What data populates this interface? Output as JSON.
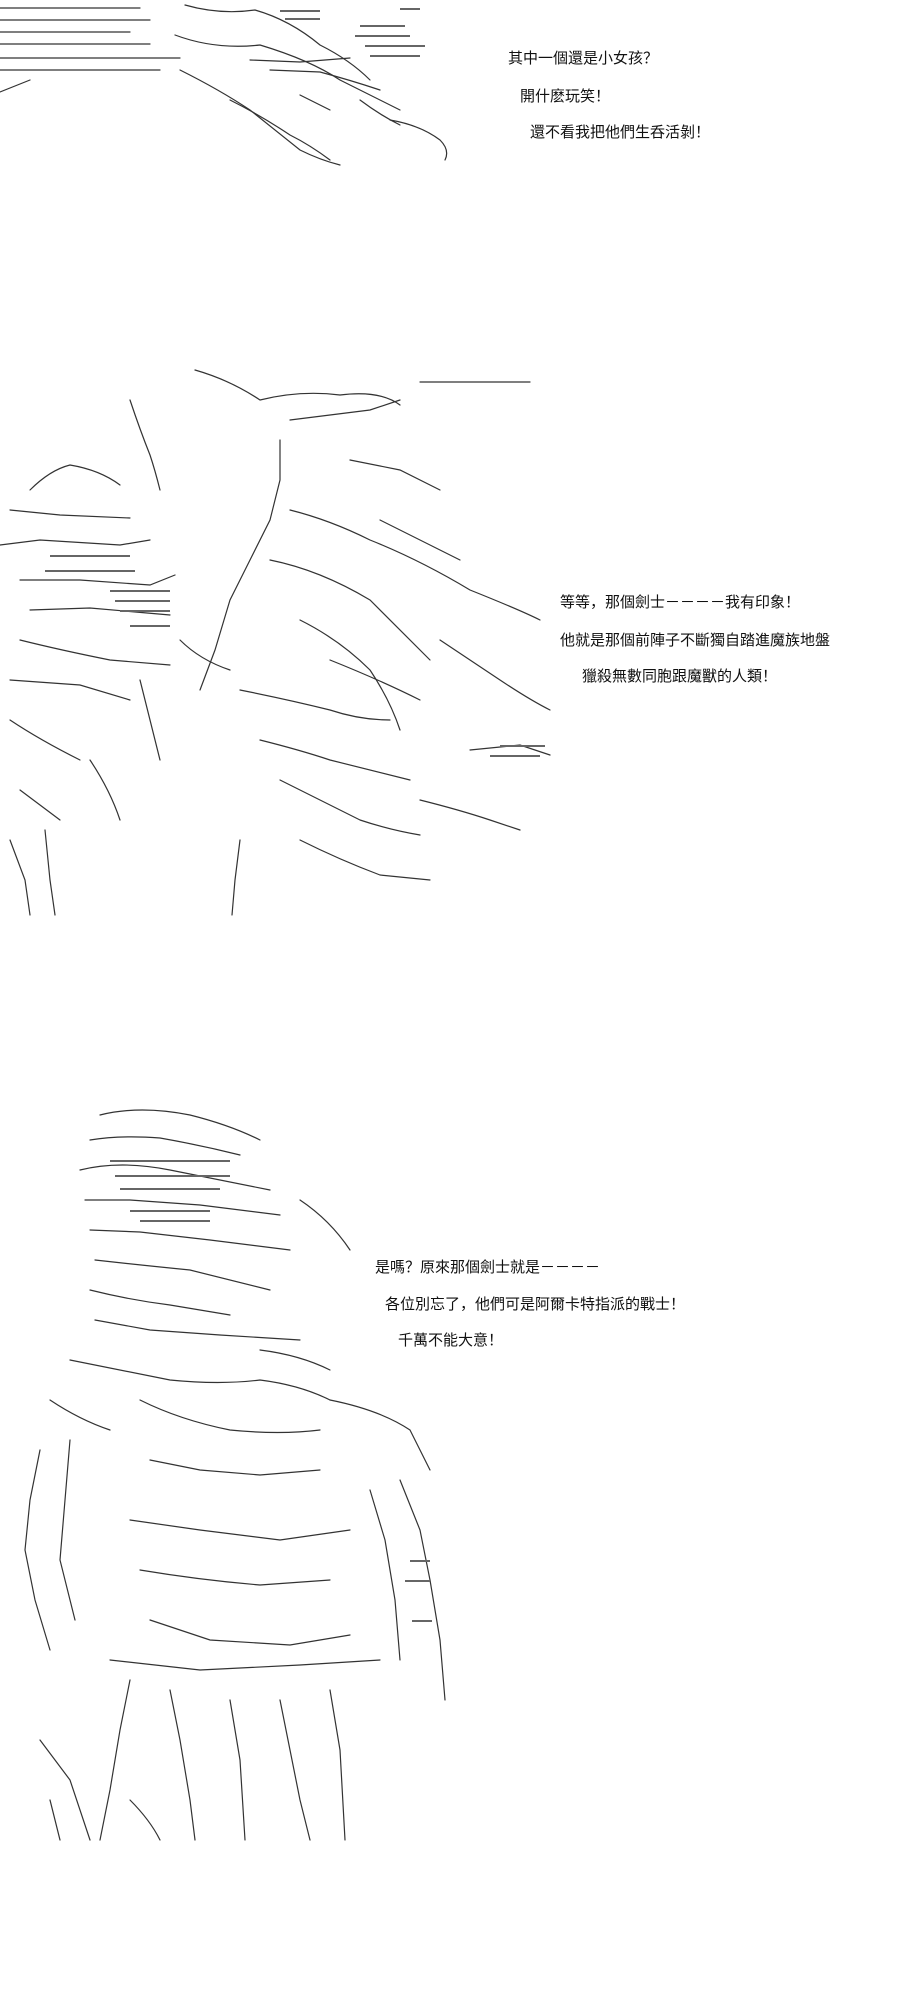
{
  "panels": [
    {
      "lines": [
        "其中一個還是小女孩？",
        "開什麽玩笑！",
        "還不看我把他們生呑活剝！"
      ]
    },
    {
      "lines": [
        "等等，那個劍士－－－－我有印象！",
        "他就是那個前陣子不斷獨自踏進魔族地盤",
        "獵殺無數同胞跟魔獸的人類！"
      ]
    },
    {
      "lines": [
        "是嗎？原來那個劍士就是－－－－",
        "各位別忘了，他們可是阿爾卡特指派的戰士！",
        "千萬不能大意！"
      ]
    }
  ]
}
